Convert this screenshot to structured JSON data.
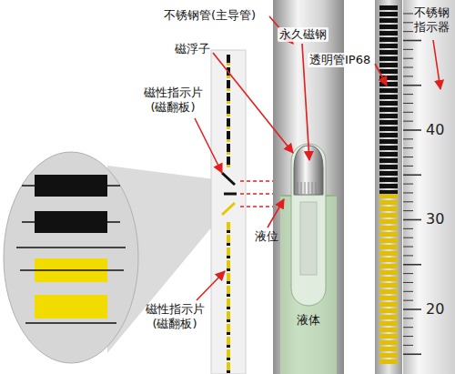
{
  "diagram": {
    "labels": [
      "不锈钢管(主导管)",
      "永久磁钢",
      "磁浮子",
      "透明管IP68",
      "不锈钢 指示器",
      "磁性指示片 (磁翻板)",
      "液位",
      "液体",
      "磁性指示片 (磁翻板)",
      "40",
      "30",
      "20"
    ]
  }
}
